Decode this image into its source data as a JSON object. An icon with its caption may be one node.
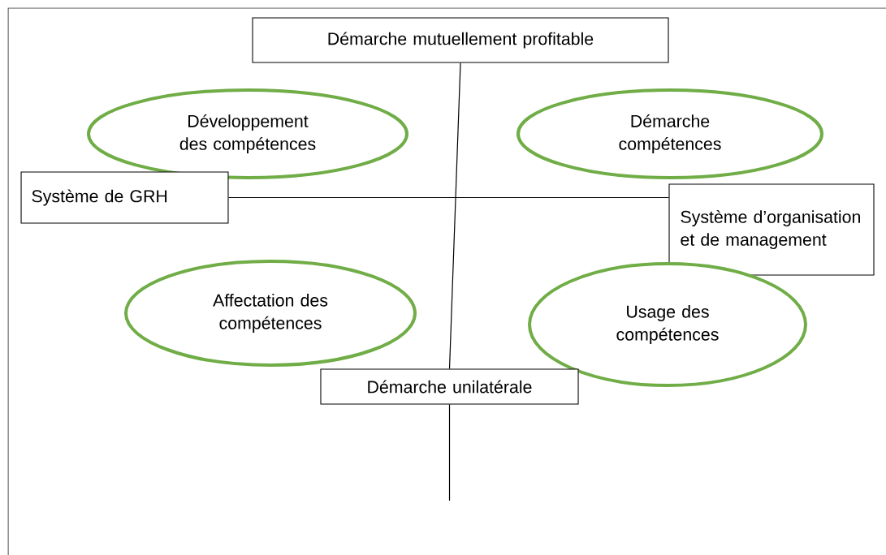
{
  "diagram": {
    "nodes": [
      {
        "text": [
          "Démarche mutuellement profitable"
        ]
      },
      {
        "text": [
          "Développement des compétences"
        ]
      },
      {
        "text": [
          "Démarche compétences"
        ]
      },
      {
        "text": [
          "Système de GRH"
        ]
      },
      {
        "text": [
          "Système d’organisation et de management"
        ]
      },
      {
        "text": [
          "Affectation des compétences"
        ]
      },
      {
        "text": [
          "Usage des compétences"
        ]
      },
      {
        "text": [
          "Démarche unilatérale"
        ]
      }
    ],
    "edges": [
      {
        "from": 0,
        "to": 7,
        "arrow": "none"
      },
      {
        "from": 3,
        "to": 4,
        "arrow": "none"
      }
    ]
  }
}
